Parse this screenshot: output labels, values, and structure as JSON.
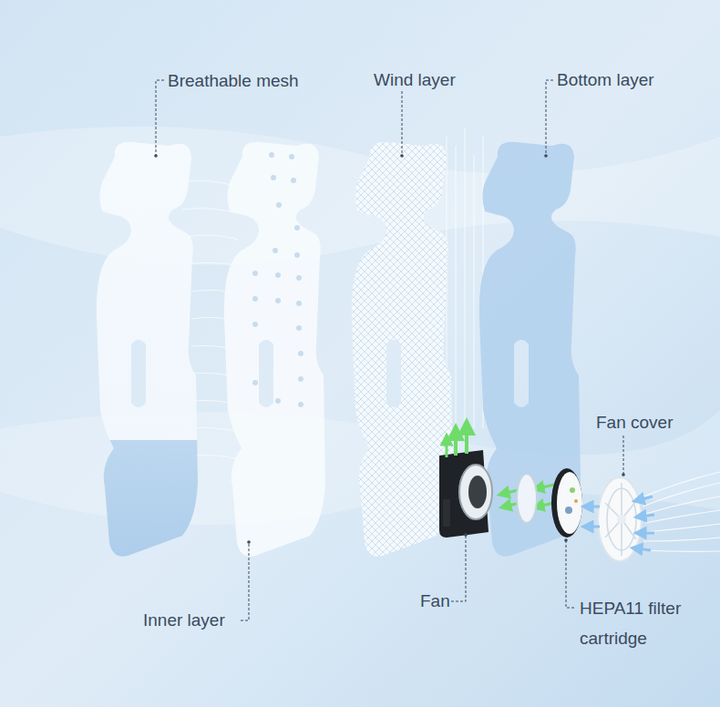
{
  "diagram": {
    "labels": [
      "Breathable mesh",
      "Wind layer",
      "Bottom layer",
      "Fan cover",
      "Inner layer",
      "Fan",
      "HEPA11 filter cartridge"
    ]
  }
}
